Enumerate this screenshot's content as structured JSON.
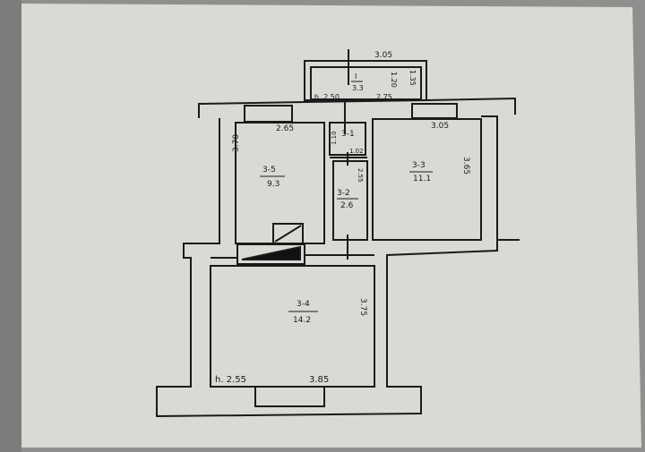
{
  "plan": {
    "balcony": {
      "label": "I",
      "area": "3.3",
      "width_top": "3.05",
      "width_bottom": "2.75",
      "depth": "1.20",
      "depth_outer": "1.35",
      "height": "h. 2.50"
    },
    "rooms": [
      {
        "id": "3-1",
        "area": "",
        "dim_side": "1.10",
        "dim_bottom": "1.02"
      },
      {
        "id": "3-2",
        "area": "2.6",
        "dim_side": "2.55"
      },
      {
        "id": "3-3",
        "area": "11.1",
        "dim_top": "3.05",
        "dim_side": "3.65"
      },
      {
        "id": "3-4",
        "area": "14.2",
        "dim_bottom": "3.85",
        "dim_side": "3.75",
        "height": "h. 2.55"
      },
      {
        "id": "3-5",
        "area": "9.3",
        "dim_top": "2.65",
        "dim_side": "3.70"
      }
    ]
  },
  "colors": {
    "paper": "#dcdcd8",
    "ink": "#1a1a1a",
    "background": "#8f8f8d"
  }
}
